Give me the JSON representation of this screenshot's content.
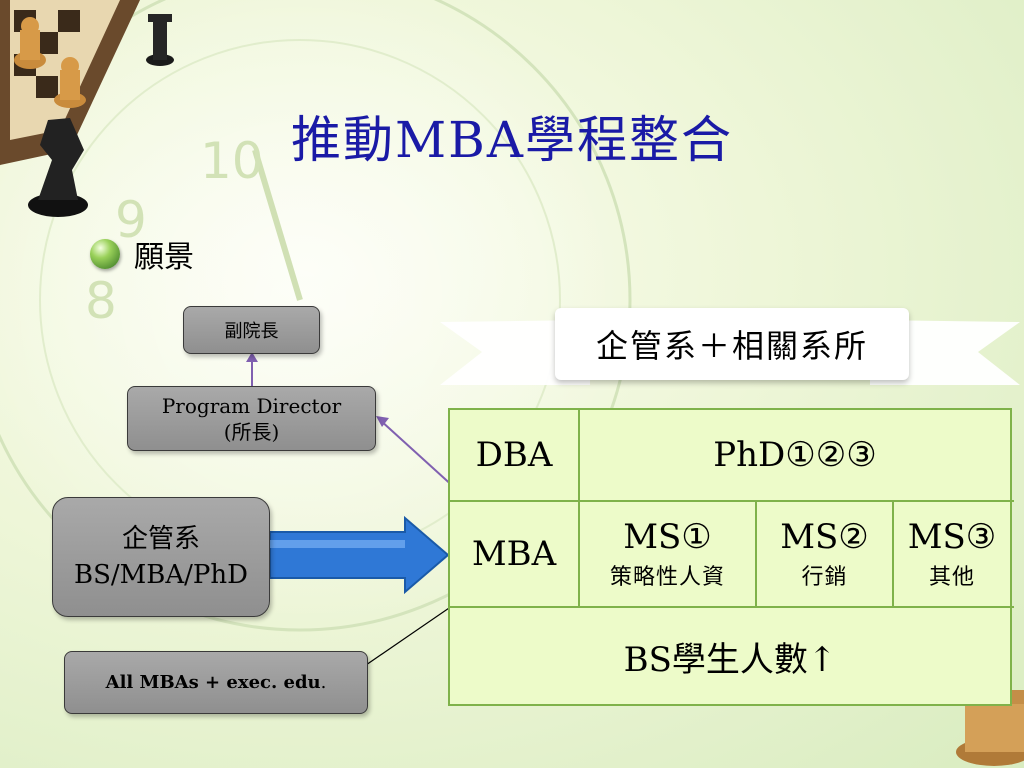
{
  "title": "推動MBA學程整合",
  "bullet": {
    "text": "願景"
  },
  "left_chart": {
    "vp_box": "副院長",
    "director_box": {
      "line1": "Program Director",
      "line2": "(所長)"
    },
    "dept_box": {
      "line1": "企管系",
      "line2": "BS/MBA/PhD"
    },
    "mbas_box": {
      "text": "All MBAs + exec. edu",
      "suffix": "."
    }
  },
  "banner": {
    "text": "企管系＋相關系所"
  },
  "grid": {
    "dba": "DBA",
    "phd": "PhD①②③",
    "mba": "MBA",
    "ms1": {
      "label": "MS①",
      "sub": "策略性人資"
    },
    "ms2": {
      "label": "MS②",
      "sub": "行銷"
    },
    "ms3": {
      "label": "MS③",
      "sub": "其他"
    },
    "bs": "BS學生人數↑"
  },
  "colors": {
    "title": "#1a1aa6",
    "grid_fill": "#edfbc9",
    "grid_line": "#7fb24a",
    "box_fill": "#9a9a9a",
    "arrow_fill": "#2f78d6",
    "connector": "#8060b0"
  }
}
